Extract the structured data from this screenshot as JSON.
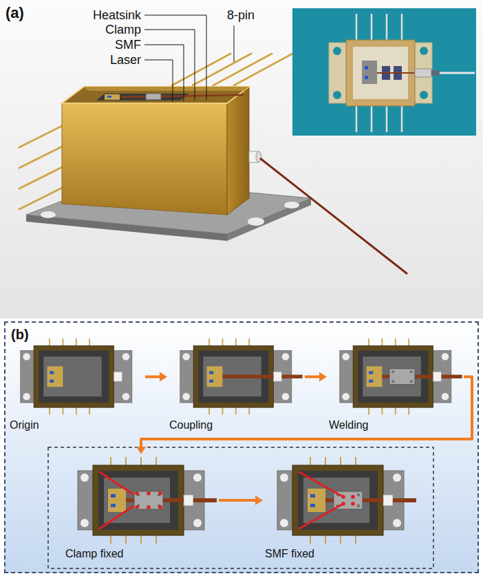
{
  "diagram": {
    "nodes": [
      {
        "text": [
          "(b)"
        ]
      },
      {
        "text": [
          "Origin"
        ],
        "in": 0
      },
      {
        "text": [
          "Coupling"
        ],
        "in": 0
      },
      {
        "text": [
          "Welding"
        ],
        "in": 0
      },
      {
        "text": [
          "Clamp fixed"
        ],
        "in": 0
      },
      {
        "text": [
          "SMF fixed"
        ],
        "in": 0
      }
    ],
    "edges": [
      {
        "from": 1,
        "to": 2,
        "arrow": "to"
      },
      {
        "from": 2,
        "to": 3,
        "arrow": "to"
      },
      {
        "from": 3,
        "to": 4,
        "arrow": "to"
      },
      {
        "from": 4,
        "to": 5,
        "arrow": "to"
      }
    ],
    "labels": [
      "(a)",
      "Heatsink",
      "Clamp",
      "SMF",
      "Laser",
      "8-pin"
    ]
  }
}
